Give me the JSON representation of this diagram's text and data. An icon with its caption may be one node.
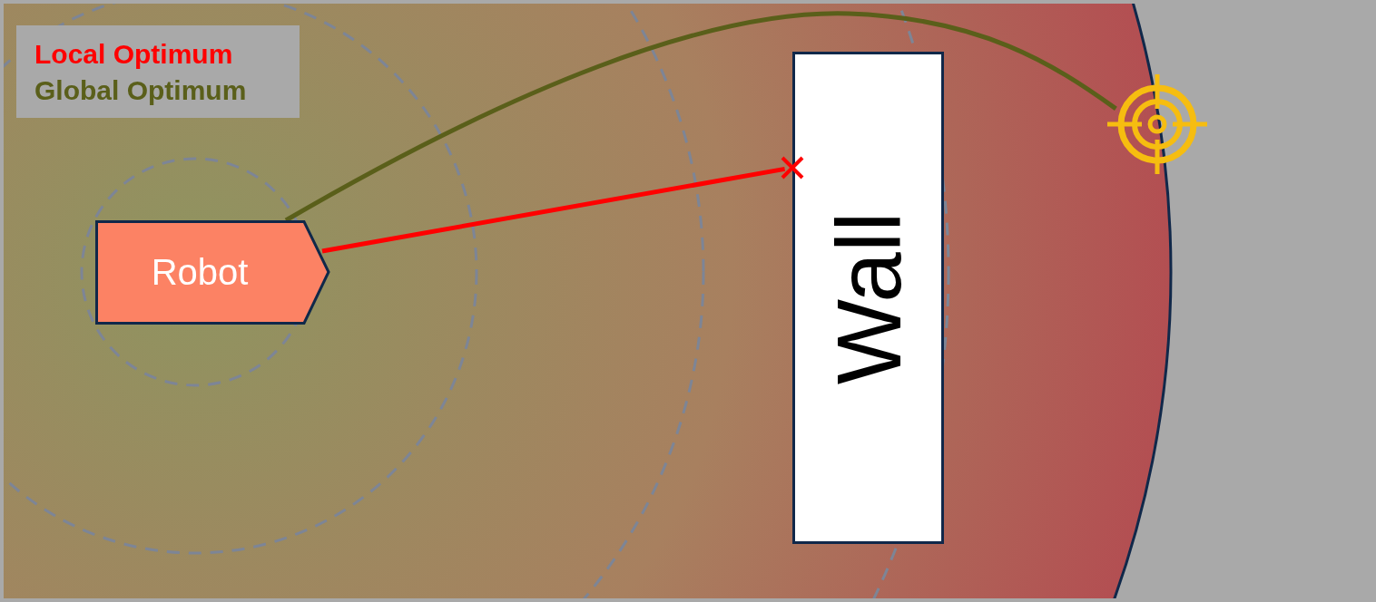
{
  "diagram": {
    "nodes": [
      {
        "text": [
          "Robot"
        ]
      },
      {
        "text": [
          "Wall"
        ]
      },
      {
        "text": [],
        "shape": "picture"
      },
      {
        "text": [],
        "shape": "cross"
      }
    ],
    "edges": [
      {
        "from": 0,
        "to": 3,
        "arrow": "none",
        "color": "#ff0000"
      },
      {
        "from": 0,
        "to": 2,
        "arrow": "none",
        "color": "#5a5f1a"
      }
    ],
    "legend": [
      {
        "text": "Local Optimum",
        "color": "#ff0000"
      },
      {
        "text": "Global Optimum",
        "color": "#5a5f1a"
      }
    ]
  }
}
